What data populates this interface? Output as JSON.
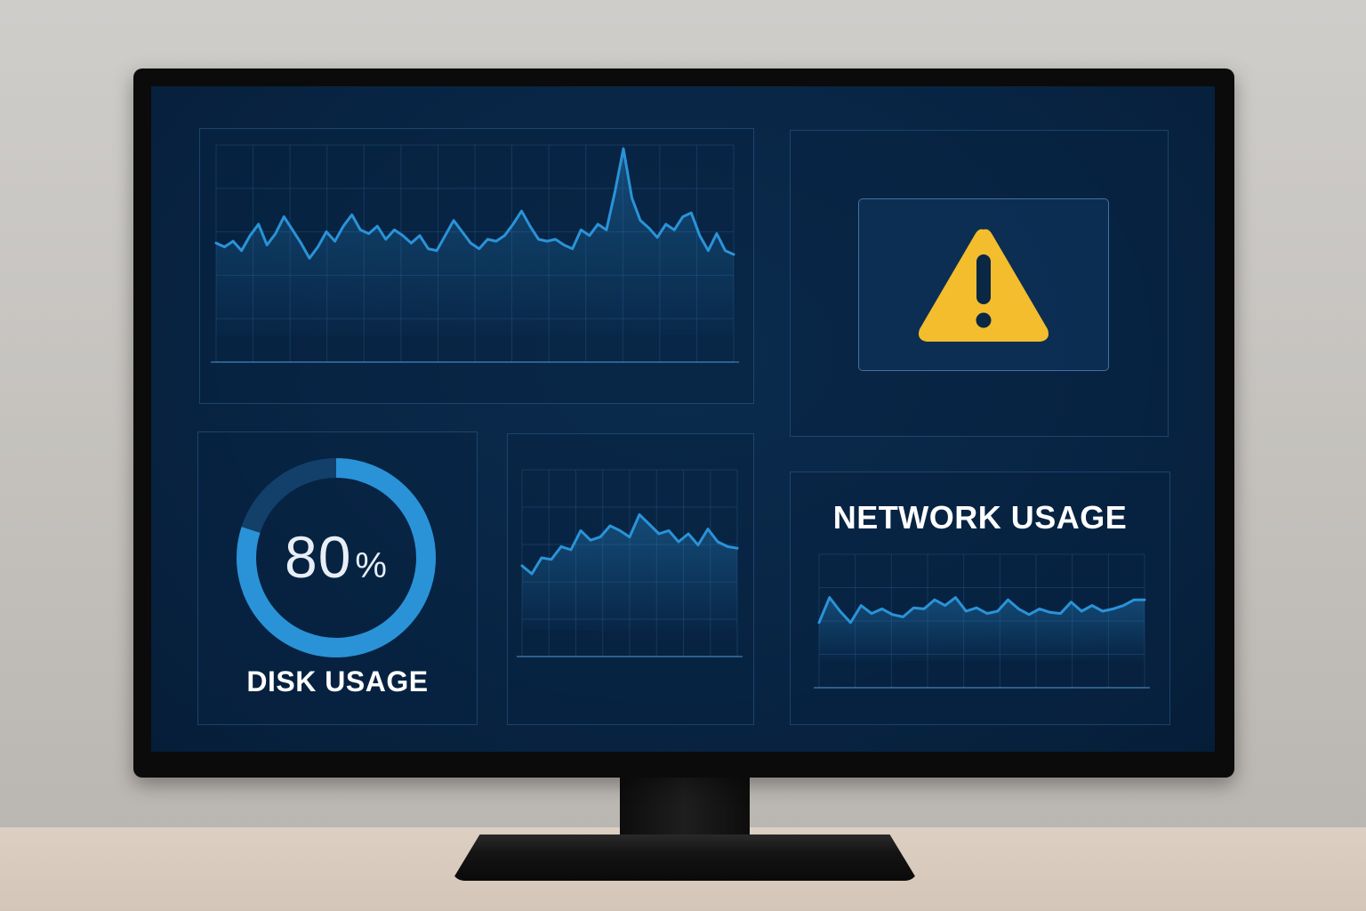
{
  "colors": {
    "accent": "#2a93d8",
    "warning": "#f3bd2e",
    "screen_bg": "#082443",
    "text": "#ffffff"
  },
  "alert": {
    "icon": "warning-triangle-icon"
  },
  "disk": {
    "value": "80",
    "unit": "%",
    "label": "DISK USAGE",
    "fraction": 0.8
  },
  "network": {
    "title": "NETWORK USAGE"
  },
  "chart_data": [
    {
      "type": "area",
      "grid": true,
      "values": [
        0.48,
        0.46,
        0.49,
        0.44,
        0.52,
        0.58,
        0.47,
        0.53,
        0.62,
        0.55,
        0.48,
        0.4,
        0.46,
        0.54,
        0.49,
        0.57,
        0.63,
        0.55,
        0.53,
        0.57,
        0.5,
        0.55,
        0.52,
        0.48,
        0.52,
        0.45,
        0.44,
        0.52,
        0.6,
        0.54,
        0.48,
        0.45,
        0.5,
        0.49,
        0.52,
        0.58,
        0.65,
        0.57,
        0.5,
        0.49,
        0.5,
        0.47,
        0.45,
        0.55,
        0.52,
        0.58,
        0.55,
        0.75,
        0.98,
        0.72,
        0.6,
        0.56,
        0.51,
        0.58,
        0.55,
        0.62,
        0.64,
        0.52,
        0.44,
        0.53,
        0.44,
        0.42
      ],
      "ylim": [
        0,
        1
      ]
    },
    {
      "type": "area",
      "grid": true,
      "values": [
        0.4,
        0.35,
        0.45,
        0.44,
        0.52,
        0.5,
        0.62,
        0.56,
        0.58,
        0.65,
        0.62,
        0.58,
        0.72,
        0.66,
        0.6,
        0.62,
        0.55,
        0.6,
        0.53,
        0.63,
        0.55,
        0.52,
        0.51
      ],
      "ylim": [
        0,
        1
      ]
    },
    {
      "type": "area",
      "grid": true,
      "values": [
        0.4,
        0.62,
        0.5,
        0.4,
        0.55,
        0.48,
        0.52,
        0.47,
        0.45,
        0.53,
        0.52,
        0.6,
        0.55,
        0.62,
        0.5,
        0.53,
        0.48,
        0.5,
        0.6,
        0.52,
        0.47,
        0.52,
        0.49,
        0.48,
        0.58,
        0.5,
        0.55,
        0.5,
        0.52,
        0.55,
        0.6,
        0.6
      ],
      "ylim": [
        0,
        1
      ]
    }
  ]
}
